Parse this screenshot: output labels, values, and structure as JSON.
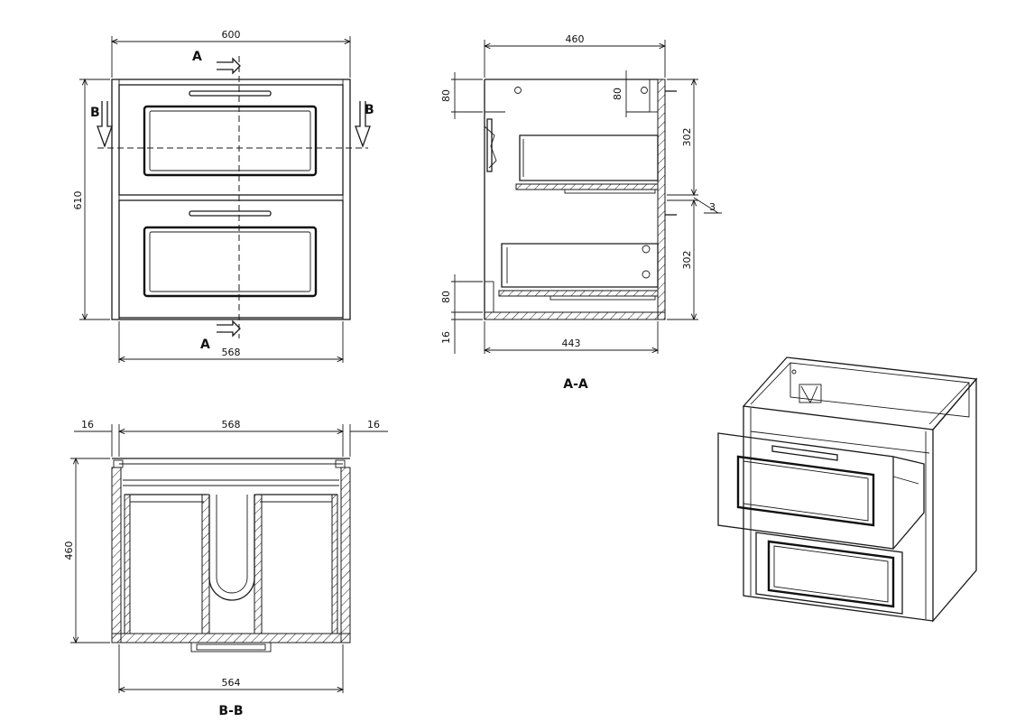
{
  "front_view": {
    "dim_width_top": "600",
    "dim_height": "610",
    "dim_width_bottom": "568",
    "section_a_label_top": "A",
    "section_a_label_bottom": "A",
    "section_b_label_left": "B",
    "section_b_label_right": "B"
  },
  "section_a_a": {
    "title": "A-A",
    "dim_depth_top": "460",
    "dim_depth_bottom": "443",
    "dim_left_top": "80",
    "dim_left_bottom": "80",
    "dim_left_base": "16",
    "dim_inner_top": "80",
    "dim_right_upper": "302",
    "dim_right_lower": "302",
    "dim_gap": "3"
  },
  "section_b_b": {
    "title": "B-B",
    "dim_side_left": "16",
    "dim_inner_width": "568",
    "dim_side_right": "16",
    "dim_depth": "460",
    "dim_bottom_width": "564"
  }
}
